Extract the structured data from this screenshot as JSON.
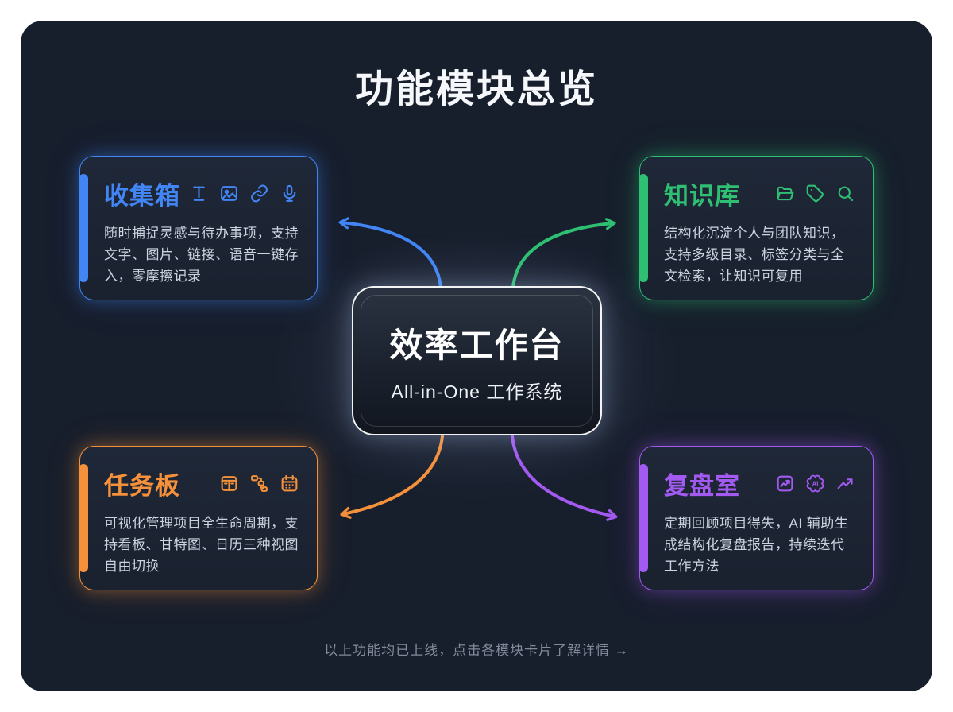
{
  "page": {
    "title": "功能模块总览",
    "footer": "以上功能均已上线，点击各模块卡片了解详情 →",
    "background_color": "#171e2c"
  },
  "center": {
    "title": "效率工作台",
    "subtitle": "All-in-One 工作系统"
  },
  "cards": [
    {
      "id": "inbox",
      "title": "收集箱",
      "accent": "#4285f5",
      "description": "随时捕捉灵感与待办事项，支持文字、图片、链接、语音一键存入，零摩擦记录",
      "icons": [
        "text-icon",
        "image-icon",
        "link-icon",
        "mic-icon"
      ]
    },
    {
      "id": "knowledge-base",
      "title": "知识库",
      "accent": "#2ebf72",
      "description": "结构化沉淀个人与团队知识，支持多级目录、标签分类与全文检索，让知识可复用",
      "icons": [
        "folder-icon",
        "tag-icon",
        "search-icon"
      ]
    },
    {
      "id": "task-board",
      "title": "任务板",
      "accent": "#f5913a",
      "description": "可视化管理项目全生命周期，支持看板、甘特图、日历三种视图自由切换",
      "icons": [
        "kanban-icon",
        "workflow-icon",
        "calendar-icon"
      ]
    },
    {
      "id": "review-room",
      "title": "复盘室",
      "accent": "#a25af0",
      "description": "定期回顾项目得失，AI 辅助生成结构化复盘报告，持续迭代工作方法",
      "icons": [
        "chart-icon",
        "ai-badge-icon",
        "trend-up-icon"
      ]
    }
  ]
}
